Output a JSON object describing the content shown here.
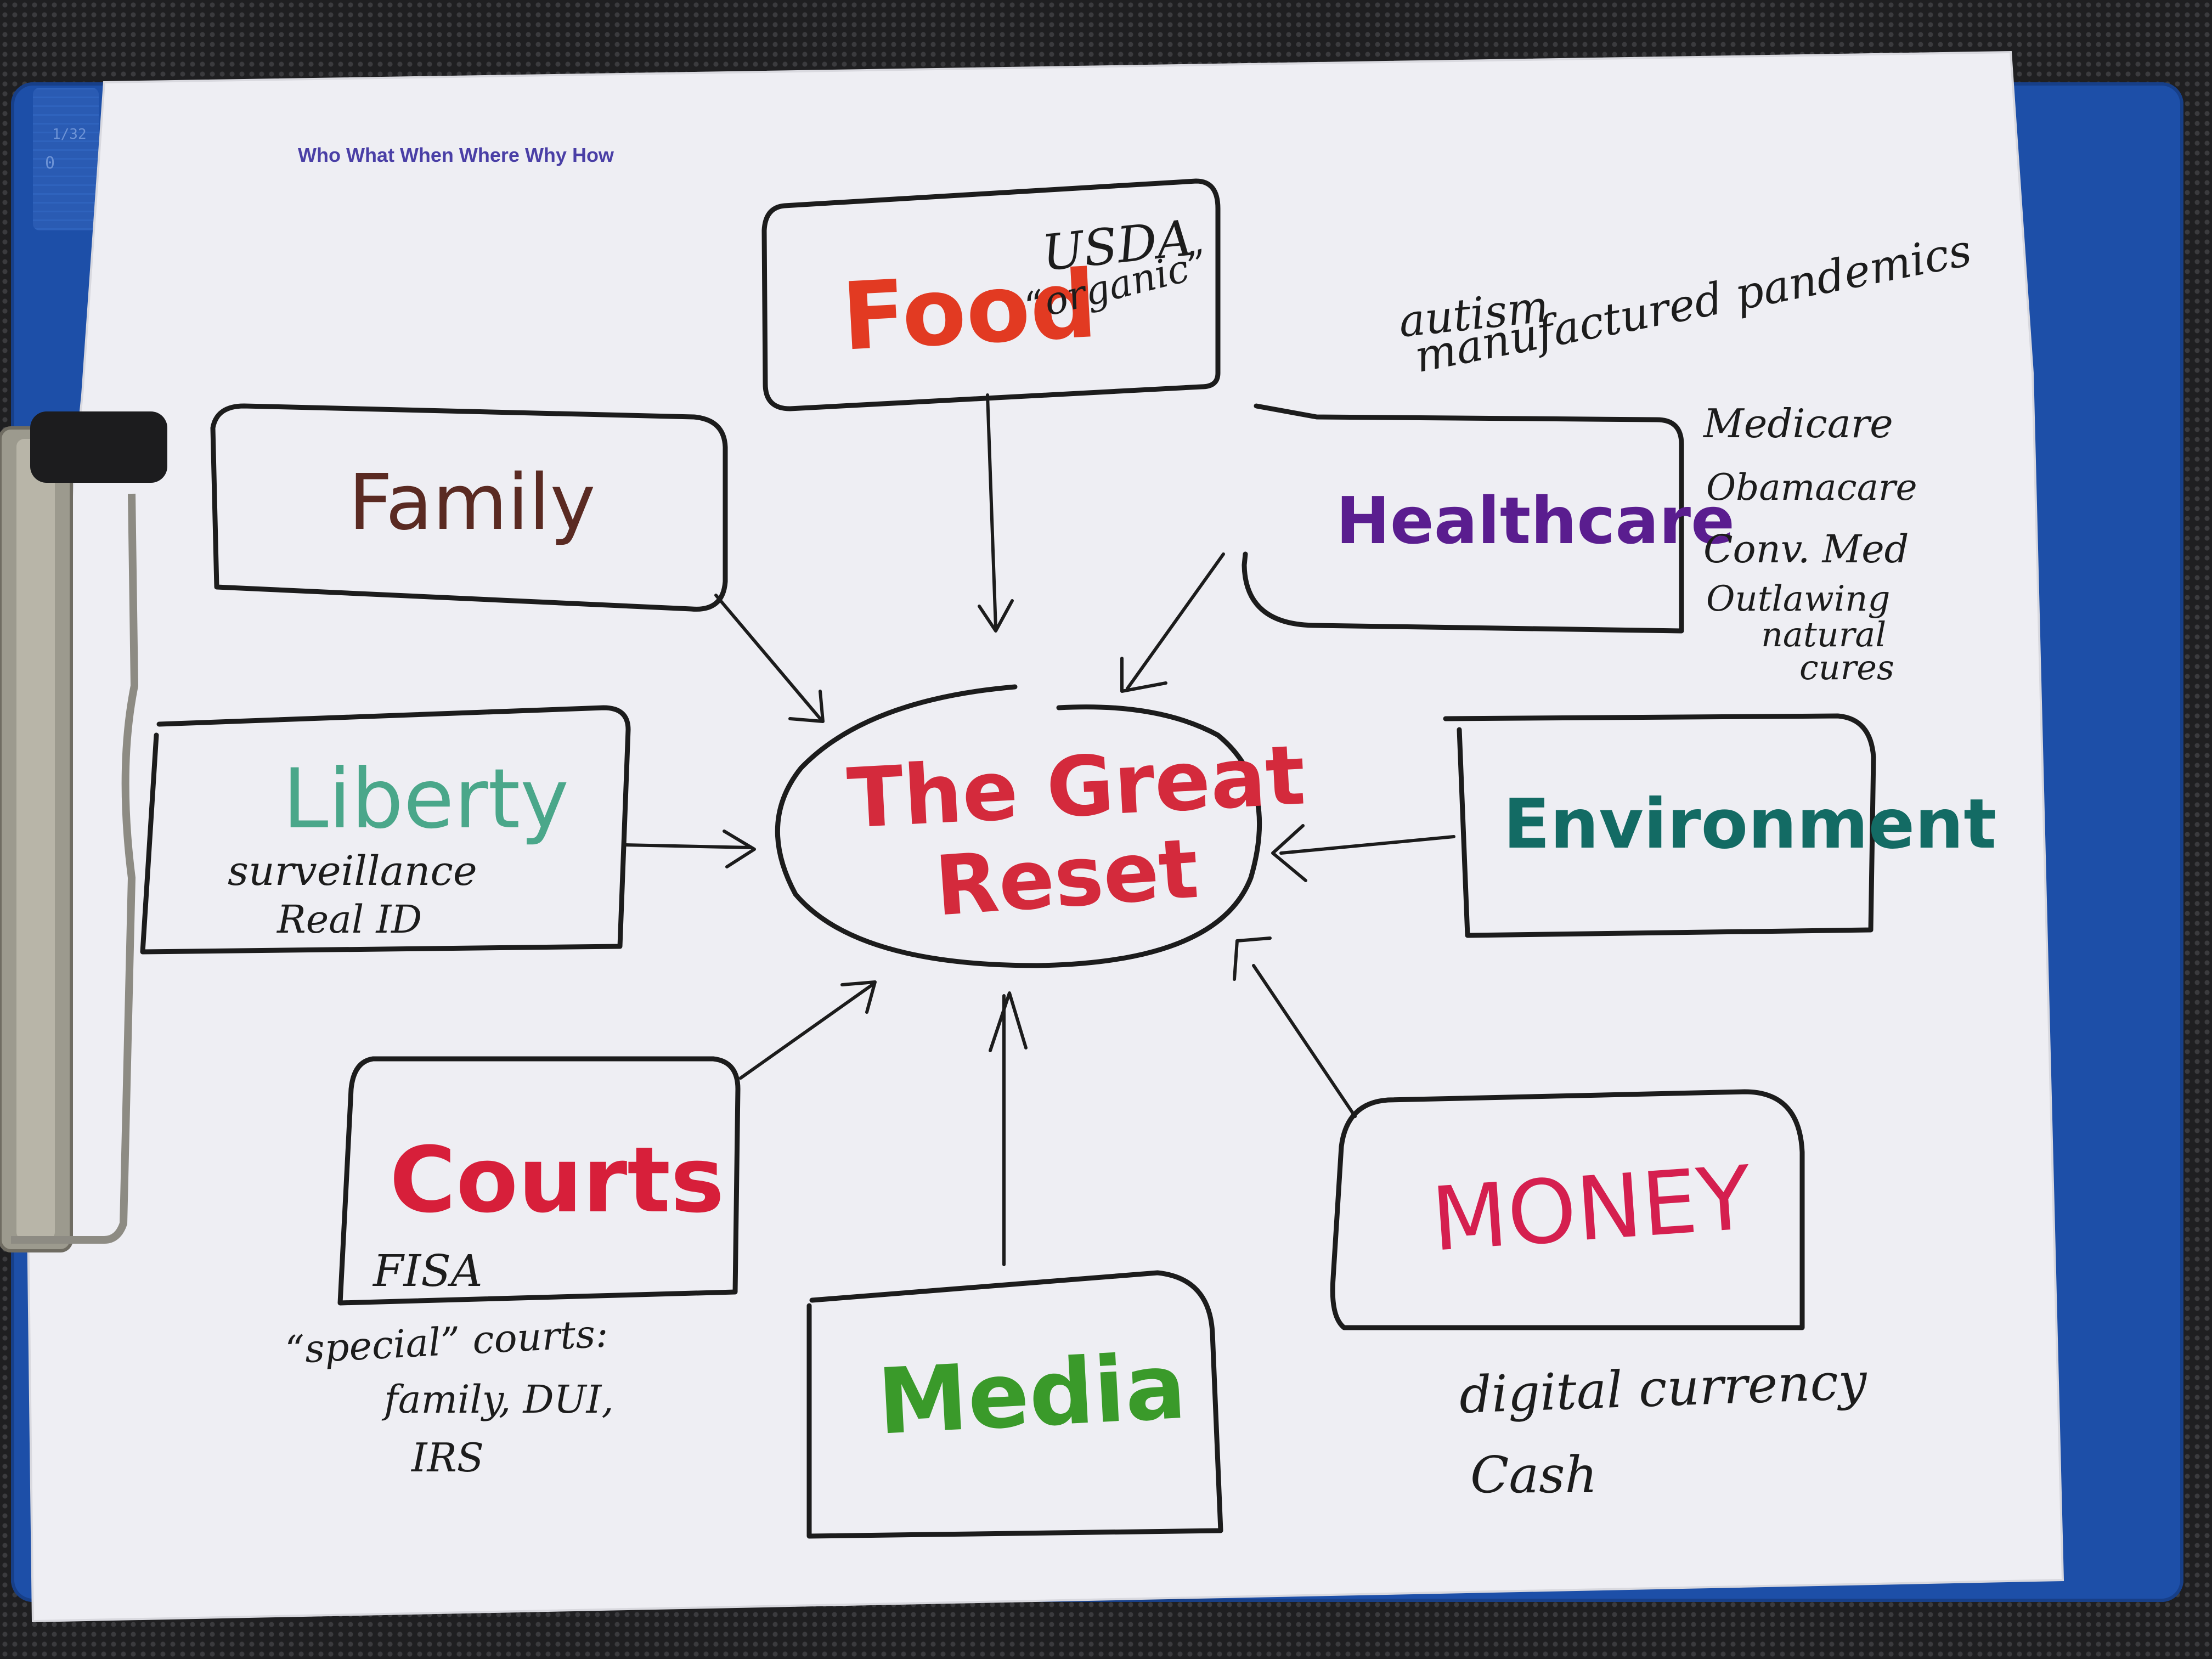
{
  "header": "Who What When Where Why How",
  "ruler": {
    "fraction": "1/32",
    "zero": "0"
  },
  "center": {
    "line1": "The Great",
    "line2": "Reset",
    "color": "#d42a3c"
  },
  "nodes": {
    "food": {
      "label": "Food",
      "color": "#e23a22"
    },
    "family": {
      "label": "Family",
      "color": "#5a2a22"
    },
    "healthcare": {
      "label": "Healthcare",
      "color": "#5a1d8f"
    },
    "liberty": {
      "label": "Liberty",
      "color": "#4aa78a"
    },
    "environment": {
      "label": "Environment",
      "color": "#136b64"
    },
    "courts": {
      "label": "Courts",
      "color": "#d71f3a"
    },
    "money": {
      "label": "MONEY",
      "color": "#d51f4f"
    },
    "media": {
      "label": "Media",
      "color": "#3a9a2a"
    }
  },
  "notes": {
    "food_usda": "USDA",
    "food_organic": "“organic”",
    "pandemics_1": "autism",
    "pandemics_2": "manufactured pandemics",
    "health_1": "Medicare",
    "health_2": "Obamacare",
    "health_3": "Conv. Med",
    "health_4": "Outlawing",
    "health_5": "natural",
    "health_6": "cures",
    "liberty_1": "surveillance",
    "liberty_2": "Real ID",
    "courts_1": "FISA",
    "courts_2": "“special” courts:",
    "courts_3": "family, DUI,",
    "courts_4": "IRS",
    "money_1": "digital currency",
    "money_2": "Cash"
  }
}
